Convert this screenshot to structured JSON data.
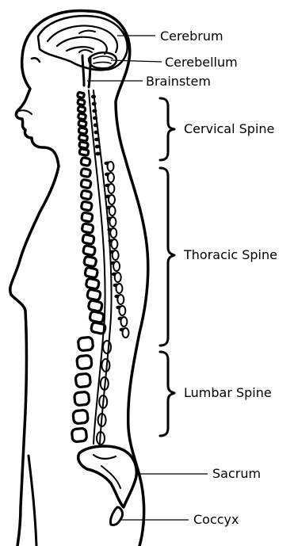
{
  "labels": {
    "cerebrum": "Cerebrum",
    "cerebellum": "Cerebellum",
    "brainstem": "Brainstem",
    "cervical": "Cervical Spine",
    "thoracic": "Thoracic Spine",
    "lumbar": "Lumbar Spine",
    "sacrum": "Sacrum",
    "coccyx": "Coccyx"
  },
  "colors": {
    "ink": "#000000",
    "background": "#ffffff"
  }
}
